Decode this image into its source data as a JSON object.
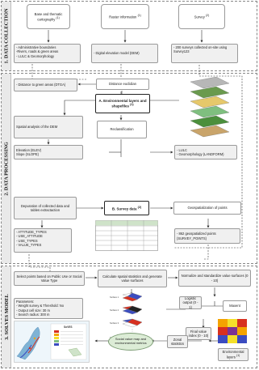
{
  "sections": {
    "data_collection": "1. DATA COLLECTION",
    "data_processing": "2. DATA PROCESSING",
    "solves_model": "3. SOLVES MODEL"
  },
  "collection": {
    "base_title": "Base and thematic cartography",
    "base_sup": "(1)",
    "raster_title": "Raster information",
    "raster_sup": "(1)",
    "survey_title": "Survey",
    "survey_sup": "(2)",
    "base_items": "- Administrative boundaries\n-Rivers, roads & green areas\n- LULC & Geomorphology",
    "raster_items": "- Digital elevation model (DEM)",
    "survey_items": "- 200 surveys collected on-site using Survey123"
  },
  "processing": {
    "dtga": "- Distance to green areas (DTGA)",
    "distance": "Distance euclidian",
    "env_layers": "A. Environmental layers and shapefiles",
    "env_sup": "(1)",
    "spatial_dem": "Spatial analysis of the DEM",
    "reclass": "Reclassification",
    "dem_outputs": "Elevation (ELEV)\nSlope (SLOPE)",
    "lulc_outputs": "- LULC\n- Geomorphology (LANDFORM)",
    "depuration": "Depuration of collected data and tables extractaction",
    "survey_data": "B. Survey data",
    "survey_sup": "(2)",
    "geospatial": "Geospatialization of points",
    "types": "- ATTITUDE_TYPES\n- USE_ATTITUDE\n- USE_TYPES\n- VALUE_TYPES",
    "points": "- 862 geospatialized points\n(SURVEY_POINTS)"
  },
  "model": {
    "select_points": "Select points based on Public Use or Social Value Type",
    "calculate": "Calculate spatial statistics and generate value surfaces",
    "normalize": "Normalize and standardize value surfaces (0 - 10)",
    "parameters": "Parameters:\n- Weight survey & Threshold: No\n- Output cell size: 30 m\n- Search radius: 300 m",
    "logistic": "Logistic output (0 - 1)",
    "maxent": "Maxent",
    "final_value": "Final value index (0 - 10)",
    "zonal": "Zonal statistics",
    "env_layers": "Environmental layers",
    "env_sup": "(1)",
    "social_value_map": "Social value map and environmental metrics",
    "surface_labels": [
      "Surface 1",
      "Surface 2",
      "Surface 3",
      "Surface n"
    ],
    "map_title": "SoVES"
  },
  "colors": {
    "box_fill": "#f0f0f0",
    "sidebar": "#e9e9e9",
    "ellipse_fill": "#dcecd6",
    "heat_red": "#d7301f",
    "heat_yellow": "#f4e02a",
    "heat_blue": "#3b4cc0",
    "heat_purple": "#7b3294"
  },
  "icons": [
    "raster-grid-icon",
    "layer-stack-icon",
    "value-grid-icon",
    "map-thumbnail-icon",
    "survey-table-icon"
  ]
}
